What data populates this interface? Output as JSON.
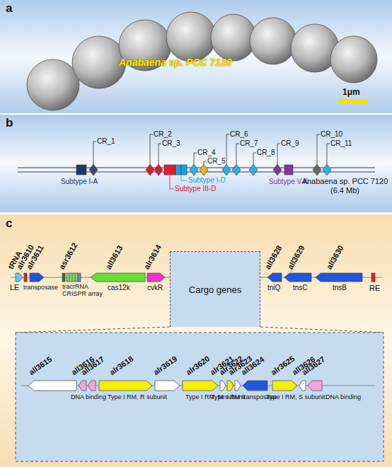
{
  "diagram": {
    "nodes": [
      {
        "text": [
          "Cargo genes"
        ]
      }
    ],
    "labels": [
      "a",
      "Anabaena sp. PCC 7120",
      "1μm",
      "b",
      "CR_1",
      "CR_2",
      "CR_3",
      "CR_4",
      "CR_5",
      "CR_6",
      "CR_7",
      "CR_8",
      "CR_9",
      "CR_10",
      "CR_11",
      "Subtype I-A",
      "Subtype I-D",
      "Subtype III-D",
      "Subtype V-K",
      "Anabaena sp. PCC 7120 (6.4 Mb)",
      "c",
      "tRNA",
      "alr3610",
      "alr3611",
      "asr3612",
      "all3613",
      "alr3614",
      "LE",
      "transposase",
      "tracrRNA",
      "CRISPR array",
      "cas12k",
      "cvkR",
      "all3628",
      "all3629",
      "all3630",
      "tniQ",
      "tnsC",
      "tnsB",
      "RE",
      "all3615",
      "all3616",
      "all3617",
      "alr3618",
      "alr3619",
      "alr3620",
      "alr3621",
      "alr3622",
      "alr3623",
      "all3624",
      "alr3625",
      "all3626",
      "all3627",
      "DNA binding",
      "Type I RM, R subunit",
      "Type I RM, M subunit",
      "Type I RM",
      "transposase",
      "Type I RM, S subunit",
      "DNA binding"
    ]
  }
}
